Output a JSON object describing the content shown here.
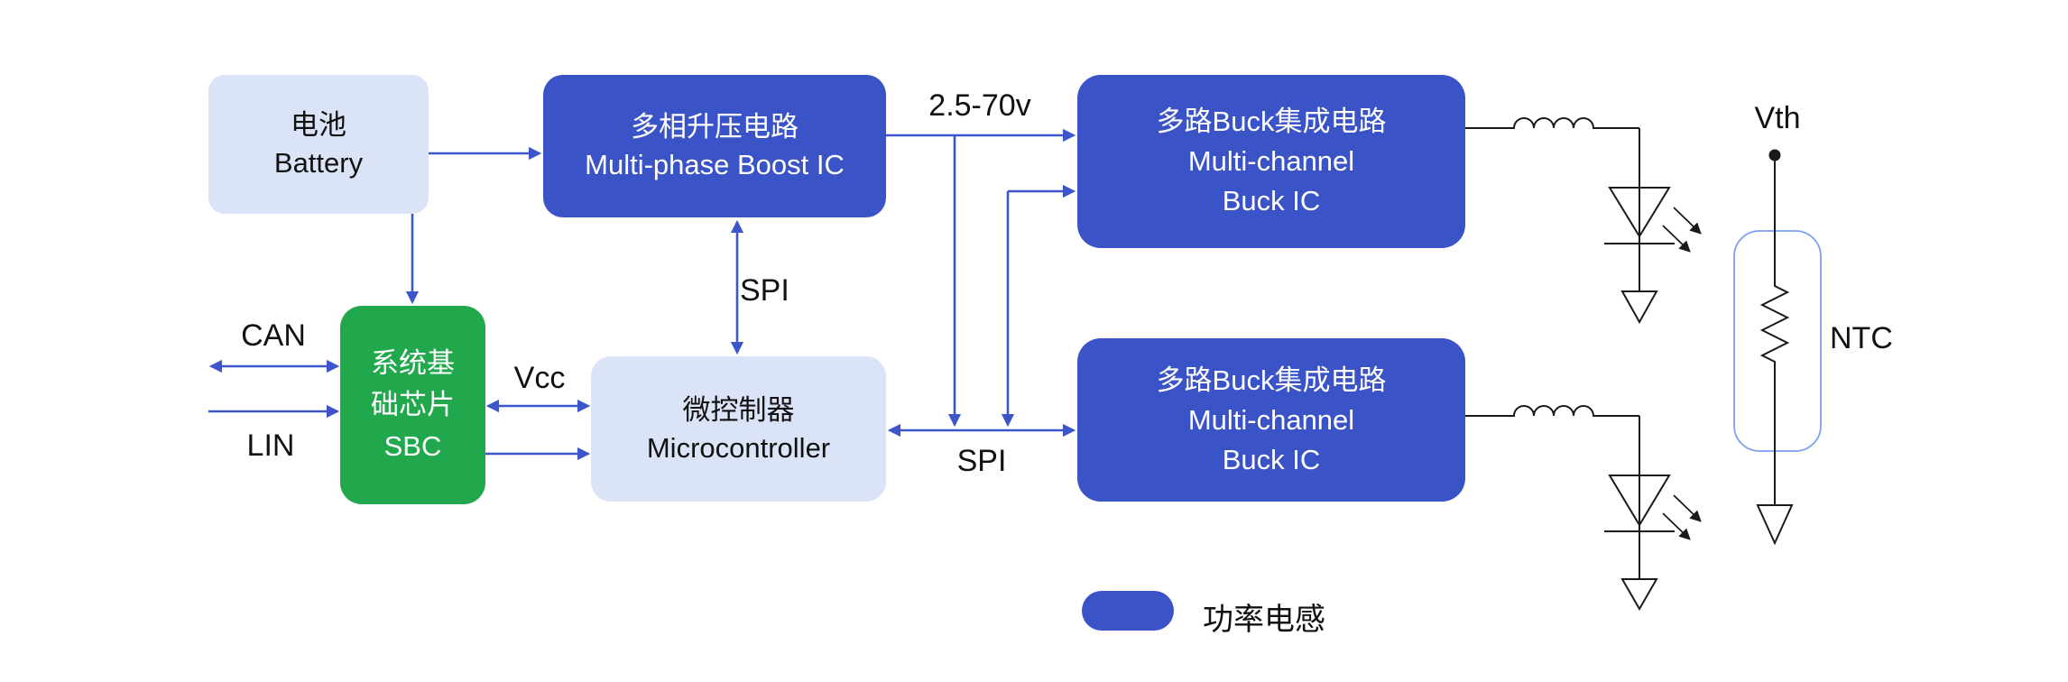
{
  "colors": {
    "primary_blue": "#3a53c7",
    "light_blue": "#dbe3f6",
    "green": "#22a84c",
    "arrow_blue": "#3c55cb",
    "wire_black": "#1a1a1a",
    "ntc_outline": "#7b9ff2"
  },
  "blocks": {
    "battery": {
      "line1": "电池",
      "line2": "Battery"
    },
    "boost": {
      "line1": "多相升压电路",
      "line2": "Multi-phase Boost IC"
    },
    "sbc": {
      "line1": "系统基",
      "line2": "础芯片",
      "line3": "SBC"
    },
    "mcu": {
      "line1": "微控制器",
      "line2": "Microcontroller"
    },
    "buck_top": {
      "line1": "多路Buck集成电路",
      "line2": "Multi-channel",
      "line3": "Buck IC"
    },
    "buck_bottom": {
      "line1": "多路Buck集成电路",
      "line2": "Multi-channel",
      "line3": "Buck IC"
    }
  },
  "labels": {
    "can": "CAN",
    "lin": "LIN",
    "vcc": "Vcc",
    "spi_boost": "SPI",
    "spi_buck": "SPI",
    "boost_output_voltage": "2.5-70v",
    "vth": "Vth",
    "ntc": "NTC",
    "legend_inductor": "功率电感"
  }
}
